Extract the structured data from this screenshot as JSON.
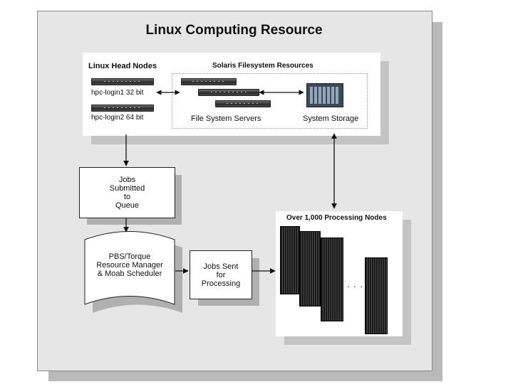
{
  "title": "Linux Computing Resource",
  "head_nodes": {
    "label": "Linux Head Nodes",
    "node1": "hpc-login1   32 bit",
    "node2": "hpc-login2   64 bit"
  },
  "solaris": {
    "label": "Solaris Filesystem Resources",
    "servers_label": "File System Servers",
    "storage_label": "System Storage"
  },
  "queue_box": {
    "lines": [
      "Jobs",
      "Submitted",
      "to",
      "Queue"
    ]
  },
  "scheduler": {
    "lines": [
      "PBS/Torque",
      "Resource Manager",
      "& Moab Scheduler"
    ]
  },
  "jobs_sent": {
    "lines": [
      "Jobs Sent",
      "for",
      "Processing"
    ]
  },
  "processing": {
    "label": "Over 1,000 Processing Nodes",
    "ellipsis": ". . ."
  },
  "colors": {
    "background": "#e6e6e6",
    "shadow": "#b9b9b9",
    "ink": "#111111"
  }
}
